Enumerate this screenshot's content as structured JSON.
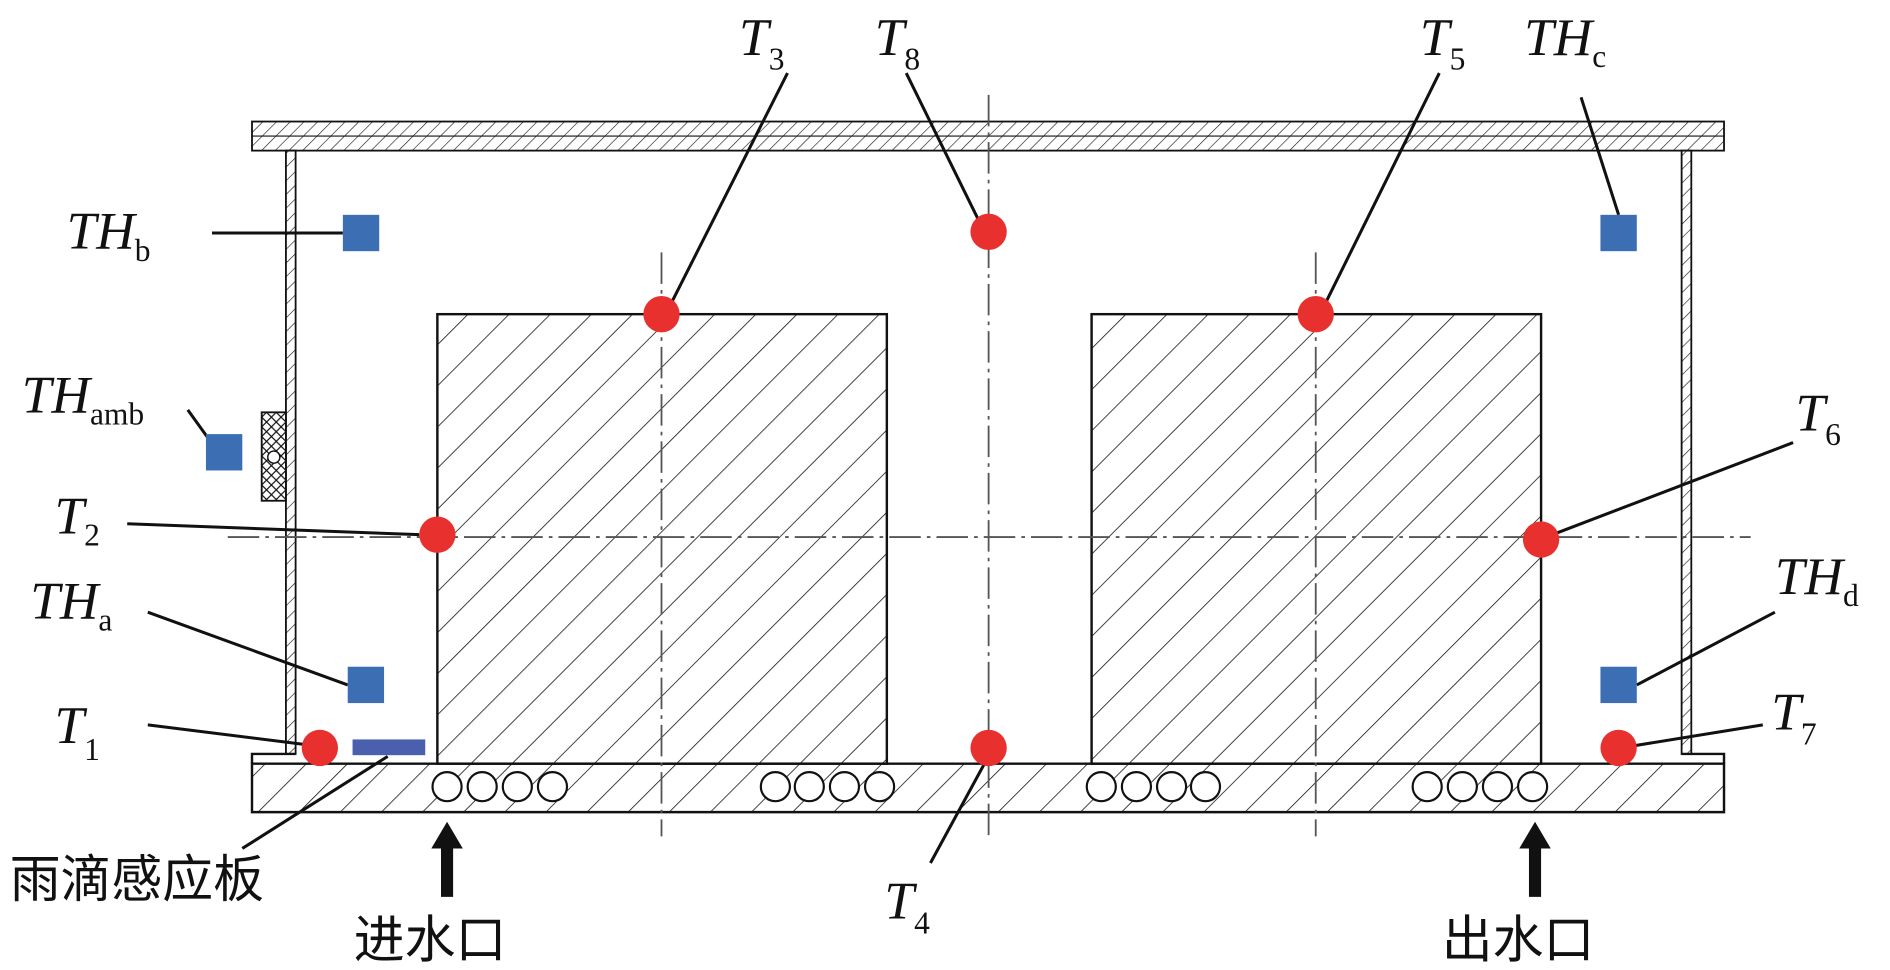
{
  "title": "Sensor layout diagram",
  "colors": {
    "temperature_sensor": "#e8312e",
    "humidity_sensor": "#3c6eb4",
    "rain_plate": "#4a5fad"
  },
  "labels": {
    "T1": {
      "main": "T",
      "sub": "1"
    },
    "T2": {
      "main": "T",
      "sub": "2"
    },
    "T3": {
      "main": "T",
      "sub": "3"
    },
    "T4": {
      "main": "T",
      "sub": "4"
    },
    "T5": {
      "main": "T",
      "sub": "5"
    },
    "T6": {
      "main": "T",
      "sub": "6"
    },
    "T7": {
      "main": "T",
      "sub": "7"
    },
    "T8": {
      "main": "T",
      "sub": "8"
    },
    "THa": {
      "main": "TH",
      "sub": "a"
    },
    "THb": {
      "main": "TH",
      "sub": "b"
    },
    "THc": {
      "main": "TH",
      "sub": "c"
    },
    "THd": {
      "main": "TH",
      "sub": "d"
    },
    "THamb": {
      "main": "TH",
      "sub": "amb"
    }
  },
  "annotations": {
    "rain_plate": "雨滴感应板",
    "inlet": "进水口",
    "outlet": "出水口"
  }
}
